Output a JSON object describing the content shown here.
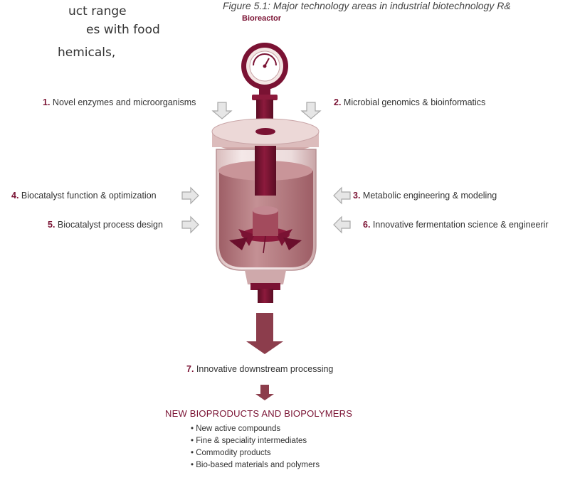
{
  "text_fragment": {
    "line1": "uct range",
    "line2": "es with food",
    "line3": "hemicals,"
  },
  "figure": {
    "caption": "Figure 5.1: Major technology areas in industrial biotechnology R&",
    "bioreactor_label": "Bioreactor"
  },
  "areas": [
    {
      "num": "1.",
      "text": "Novel enzymes and microorganisms"
    },
    {
      "num": "2.",
      "text": "Microbial genomics & bioinformatics"
    },
    {
      "num": "3.",
      "text": "Metabolic engineering & modeling"
    },
    {
      "num": "4.",
      "text": "Biocatalyst function & optimization"
    },
    {
      "num": "5.",
      "text": "Biocatalyst process design"
    },
    {
      "num": "6.",
      "text": "Innovative fermentation science & engineerir"
    },
    {
      "num": "7.",
      "text": "Innovative downstream processing"
    }
  ],
  "products": {
    "heading": "NEW BIOPRODUCTS AND BIOPOLYMERS",
    "items": [
      "• New active compounds",
      "• Fine & speciality intermediates",
      "• Commodity products",
      "• Bio-based materials and polymers"
    ]
  },
  "colors": {
    "maroon": "#7a1233",
    "liquid": "#b7787d",
    "glass": "#e7d3d3",
    "arrow_outline": "#a8a8a8",
    "arrow_fill": "#e6e6e6"
  }
}
